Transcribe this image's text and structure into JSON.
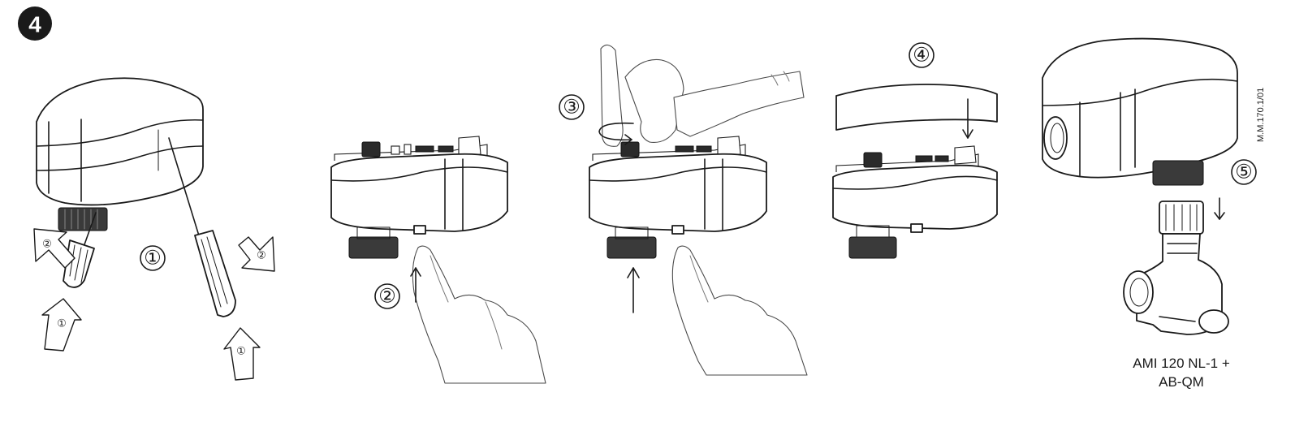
{
  "step_badge": "4",
  "callouts": {
    "c1": "①",
    "c2": "②",
    "c3": "③",
    "c4": "④",
    "c5": "⑤"
  },
  "arrow_labels": {
    "one": "①",
    "two": "②"
  },
  "caption": {
    "line1": "AMI 120 NL-1 +",
    "line2": "AB-QM"
  },
  "drawing_code": "M.M.170.1/01",
  "icons": [
    "screwdriver-icon",
    "finger-icon",
    "actuator-icon",
    "valve-icon",
    "arrow-icon"
  ]
}
